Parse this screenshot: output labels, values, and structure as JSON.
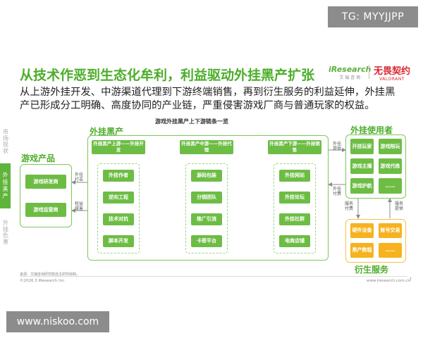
{
  "watermarks": {
    "top": "TG: MYYJJPP",
    "bottom": "www.niskoo.com"
  },
  "slide": {
    "headline": "从技术作恶到生态化牟利，利益驱动外挂黑产扩张",
    "lead": "从上游外挂开发、中游渠道代理到下游终端销售，再到衍生服务的利益延伸，外挂黑产已形成分工明确、高度协同的产业链，严重侵害游戏厂商与普通玩家的权益。",
    "brand_iresearch": "iResearch",
    "brand_iresearch_sub": "艾 瑞 咨 询",
    "brand_game": "无畏契约",
    "brand_game_sub": "VALORANT"
  },
  "side_nav": {
    "items": [
      "市场现状",
      "外挂黑产",
      "外挂危害"
    ],
    "active": "外挂黑产"
  },
  "diagram": {
    "title": "游戏外挂黑产上下游链条一览",
    "game_products": {
      "label": "游戏产品",
      "items": [
        "游戏研发商",
        "游戏运营商"
      ]
    },
    "cheat_black_market": {
      "label": "外挂黑产",
      "upstream": {
        "title": "外挂黑产上游——外挂开发",
        "items": [
          "外挂作者",
          "逆向工程",
          "技术对抗",
          "脚本开发"
        ]
      },
      "midstream": {
        "title": "外挂黑产中游——外挂代理",
        "items": [
          "源码包装",
          "分销团队",
          "推广引流",
          "卡密平台"
        ]
      },
      "downstream": {
        "title": "外挂黑产下游——外挂销售",
        "items": [
          "外挂网站",
          "外挂论坛",
          "外挂社群",
          "电商店铺"
        ]
      }
    },
    "cheat_users": {
      "label": "外挂使用者",
      "items": [
        "开挂玩家",
        "游戏陪玩",
        "游戏主播",
        "游戏代练",
        "游戏护航",
        "……"
      ]
    },
    "derivative_services": {
      "label": "衍生服务",
      "items": [
        "硬件设备",
        "账号交易",
        "黑产教程",
        "……"
      ]
    },
    "edge_labels": {
      "cheat_attack": "外挂\n打击",
      "rights_infringement": "权益\n侵害",
      "cheat_provide": "外挂\n提供",
      "cheat_purchase": "外挂\n付费",
      "service_pay": "服务\n付费",
      "service_provide": "服务\n提供"
    }
  },
  "footer": {
    "source": "来源：艾瑞咨询研究院自主研究绘制。",
    "copyright": "©2026.3 iResearch Inc.",
    "url": "www.iresearch.com.cn",
    "page": "7"
  }
}
